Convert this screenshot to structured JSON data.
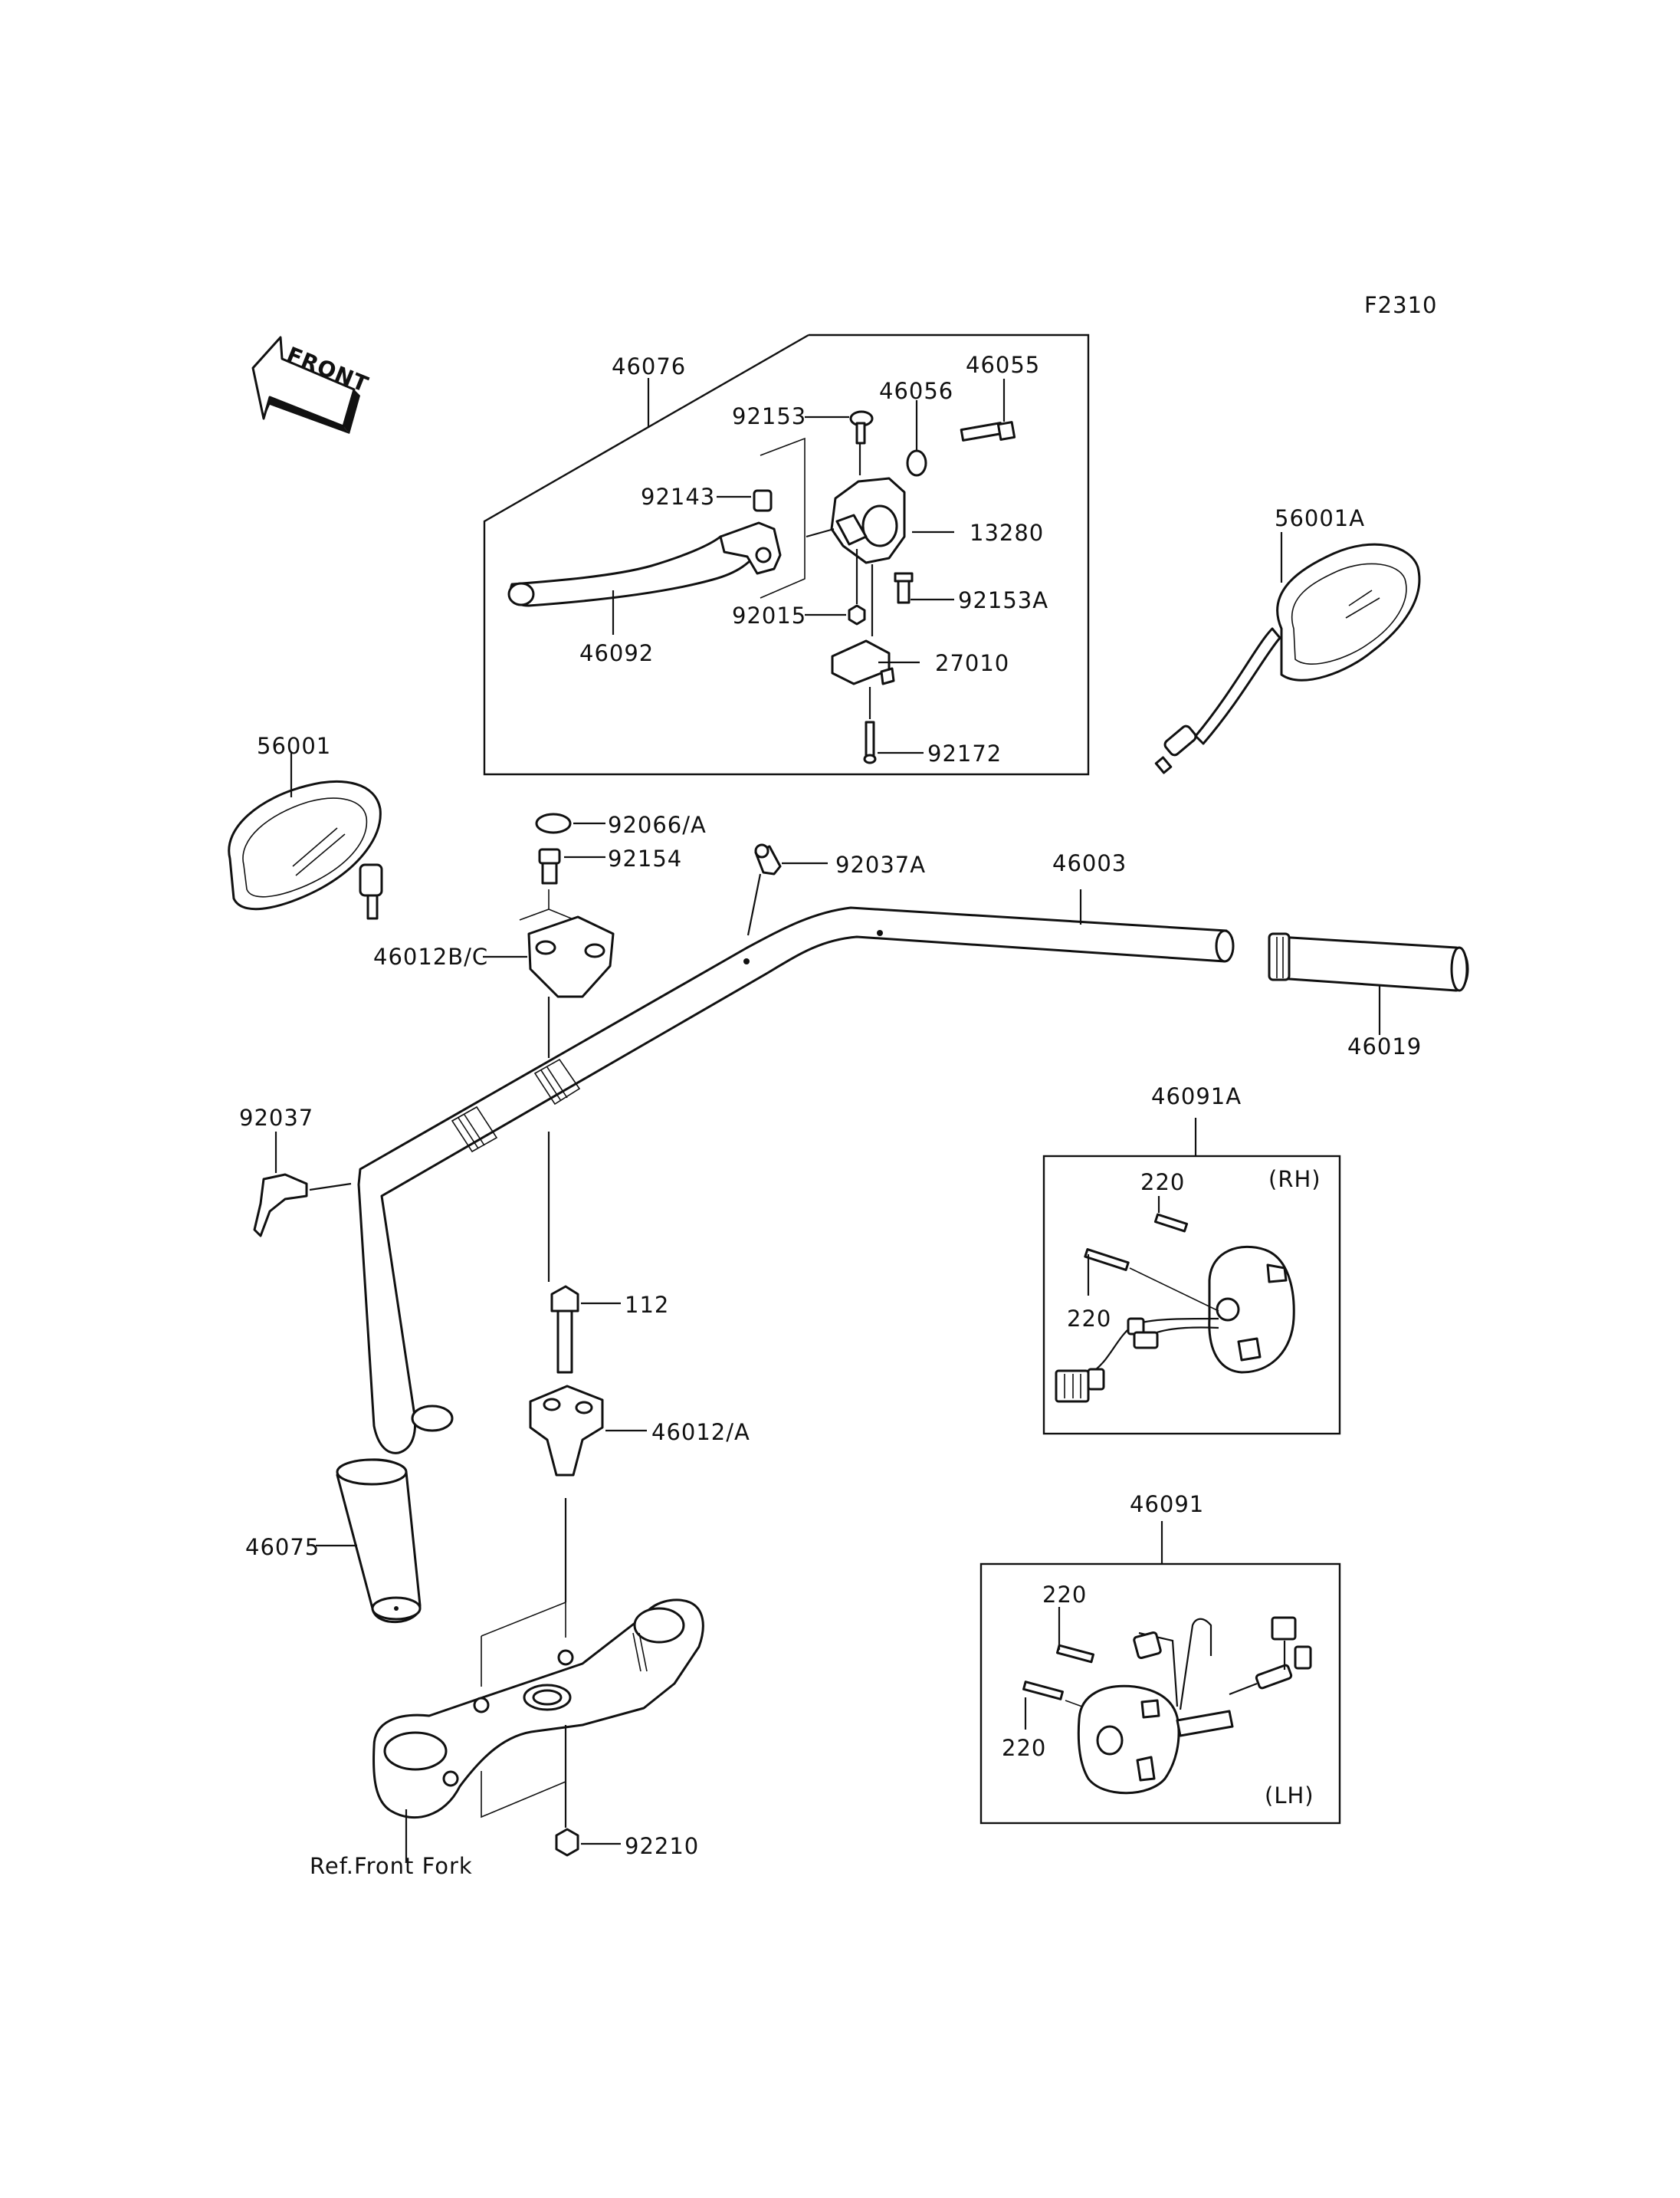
{
  "figure_code": "F2310",
  "front_label": "FRONT",
  "callouts": {
    "c46076": "46076",
    "c92153": "92153",
    "c46056": "46056",
    "c46055": "46055",
    "c92143": "92143",
    "c13280": "13280",
    "c92015": "92015",
    "c92153A": "92153A",
    "c46092": "46092",
    "c27010": "27010",
    "c92172": "92172",
    "c56001A": "56001A",
    "c56001": "56001",
    "c92066A": "92066/A",
    "c92154": "92154",
    "c92037A": "92037A",
    "c46003": "46003",
    "c46012BC": "46012B/C",
    "c46019": "46019",
    "c92037": "92037",
    "c46091A": "46091A",
    "c220_rh_a": "220",
    "c220_rh_b": "220",
    "rh": "(RH)",
    "c112": "112",
    "c46012A": "46012/A",
    "c46075": "46075",
    "c46091": "46091",
    "c220_lh_a": "220",
    "c220_lh_b": "220",
    "lh": "(LH)",
    "c92210": "92210",
    "ref_front_fork": "Ref.Front Fork"
  }
}
